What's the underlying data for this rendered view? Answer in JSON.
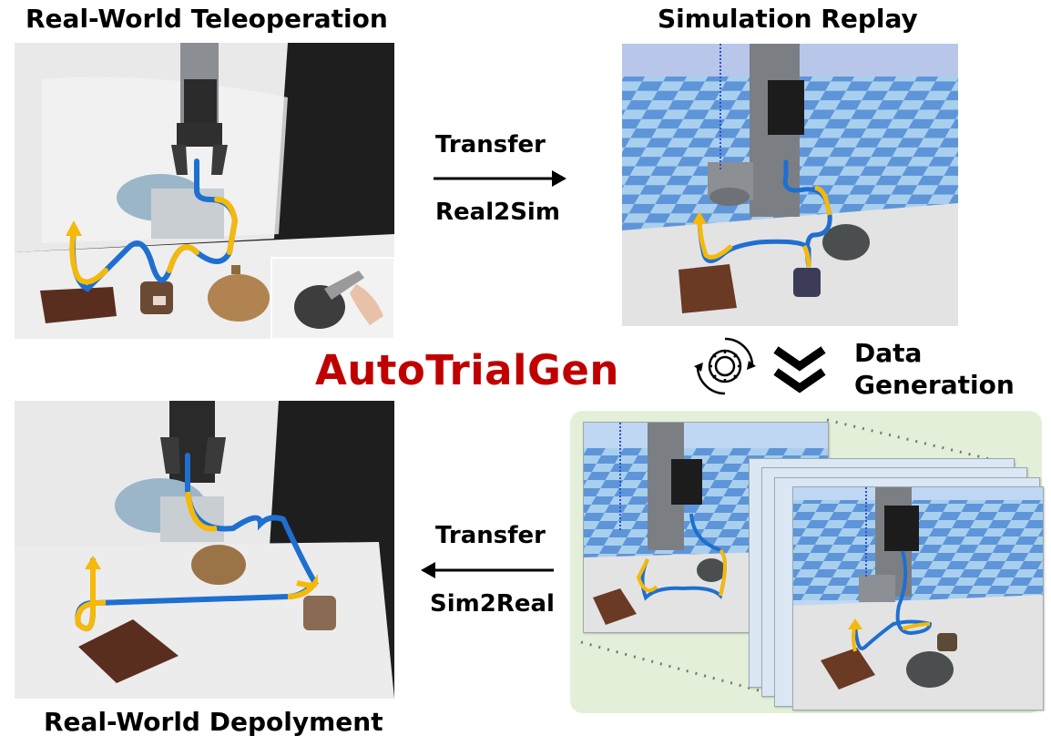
{
  "panels": {
    "teleop_title": "Real-World Teleoperation",
    "sim_title": "Simulation Replay",
    "deploy_title": "Real-World Depolyment"
  },
  "flow": {
    "real2sim_top": "Transfer",
    "real2sim_bottom": "Real2Sim",
    "sim2real_top": "Transfer",
    "sim2real_bottom": "Sim2Real",
    "generation_line1": "Data",
    "generation_line2": "Generation"
  },
  "center_title": "AutoTrialGen",
  "colors": {
    "title_red": "#c00000",
    "traj_blue": "#1e6fd0",
    "traj_yellow": "#f5b90a",
    "gen_panel_bg": "#e4efd9",
    "sky": "#a9c8ee",
    "floor_light": "#a9cfee",
    "floor_dark": "#5e95d8"
  },
  "icons": [
    "gear-cycle-icon",
    "double-chevron-down-icon",
    "arrow-right-icon",
    "arrow-left-icon"
  ]
}
